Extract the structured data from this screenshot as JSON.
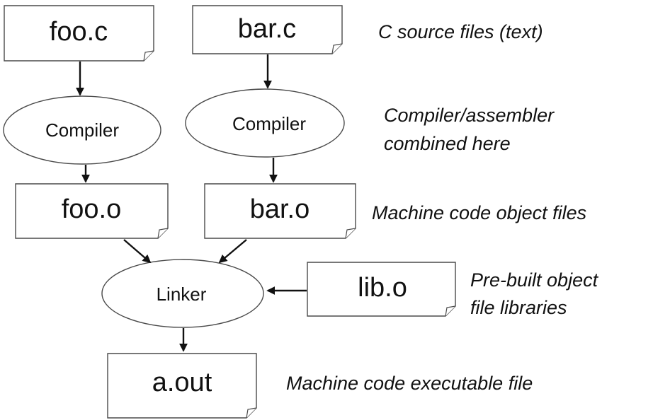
{
  "files": {
    "foo_c": "foo.c",
    "bar_c": "bar.c",
    "foo_o": "foo.o",
    "bar_o": "bar.o",
    "lib_o": "lib.o",
    "a_out": "a.out"
  },
  "processes": {
    "compiler_left": "Compiler",
    "compiler_right": "Compiler",
    "linker": "Linker"
  },
  "annotations": {
    "source_files": "C source files (text)",
    "compiler_line1": "Compiler/assembler",
    "compiler_line2": "combined here",
    "object_files": "Machine code object files",
    "libraries_line1": "Pre-built object",
    "libraries_line2": "file libraries",
    "executable": "Machine code executable file"
  }
}
